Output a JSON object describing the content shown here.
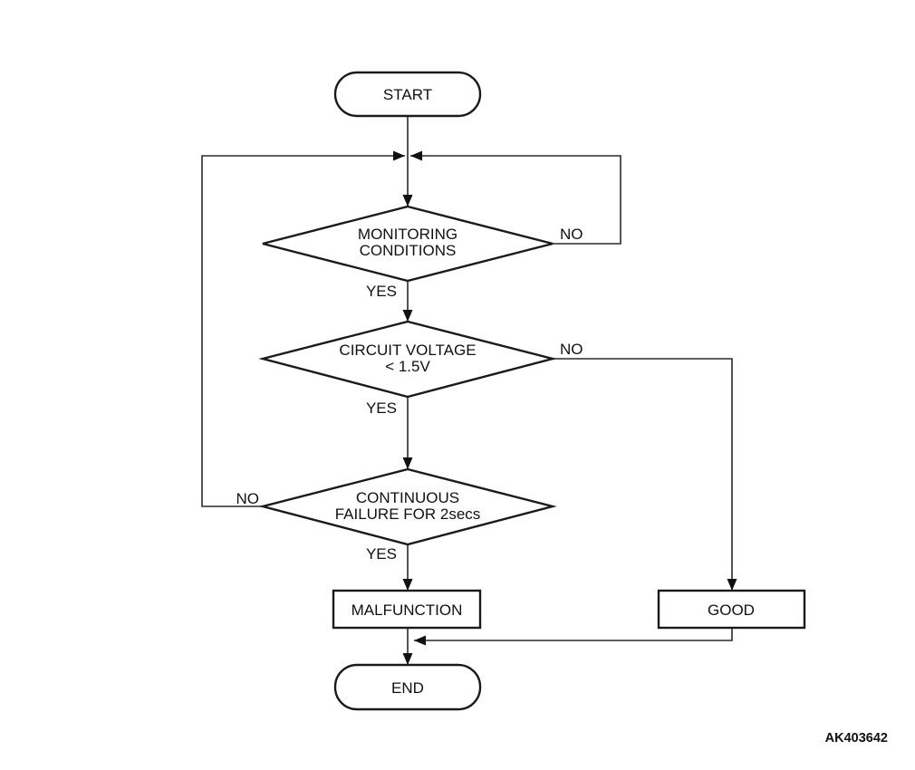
{
  "diagram": {
    "figure_id": "AK403642",
    "colors": {
      "background": "#ffffff",
      "line": "#1a1a1a",
      "text": "#111111"
    },
    "nodes": {
      "start": {
        "type": "terminator",
        "label": "START"
      },
      "monitoring": {
        "type": "decision",
        "line1": "MONITORING",
        "line2": "CONDITIONS"
      },
      "voltage": {
        "type": "decision",
        "line1": "CIRCUIT VOLTAGE",
        "line2": "< 1.5V"
      },
      "continuous": {
        "type": "decision",
        "line1": "CONTINUOUS",
        "line2": "FAILURE FOR 2secs"
      },
      "malfunction": {
        "type": "process",
        "label": "MALFUNCTION"
      },
      "good": {
        "type": "process",
        "label": "GOOD"
      },
      "end": {
        "type": "terminator",
        "label": "END"
      }
    },
    "edges": {
      "monitoring_no": {
        "label": "NO",
        "from": "monitoring",
        "to": "top-junction"
      },
      "monitoring_yes": {
        "label": "YES",
        "from": "monitoring",
        "to": "voltage"
      },
      "voltage_no": {
        "label": "NO",
        "from": "voltage",
        "to": "good"
      },
      "voltage_yes": {
        "label": "YES",
        "from": "voltage",
        "to": "continuous"
      },
      "continuous_no": {
        "label": "NO",
        "from": "continuous",
        "to": "top-junction"
      },
      "continuous_yes": {
        "label": "YES",
        "from": "continuous",
        "to": "malfunction"
      }
    }
  }
}
